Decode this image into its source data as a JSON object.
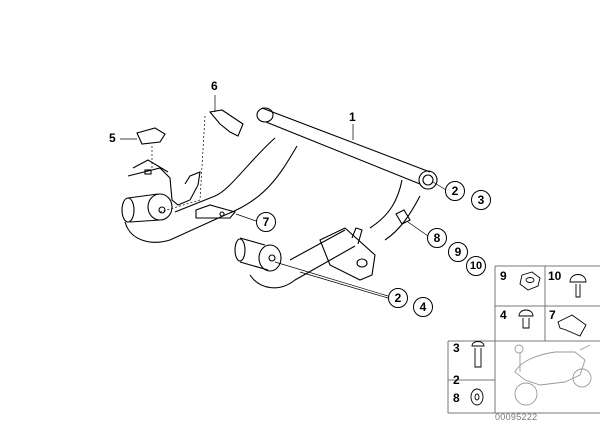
{
  "diagram": {
    "callouts": {
      "c1": "1",
      "c5": "5",
      "c6": "6",
      "c2a": "2",
      "c3a": "3",
      "c7": "7",
      "c8": "8",
      "c9": "9",
      "c10": "10",
      "c2b": "2",
      "c4b": "4"
    },
    "legend": {
      "nut": "9",
      "screw_collar": "10",
      "bolt_short": "4",
      "clip": "7",
      "bolt_long": "3",
      "washer_top": "2",
      "washer_bottom": "8"
    },
    "image_code": "00095222"
  }
}
